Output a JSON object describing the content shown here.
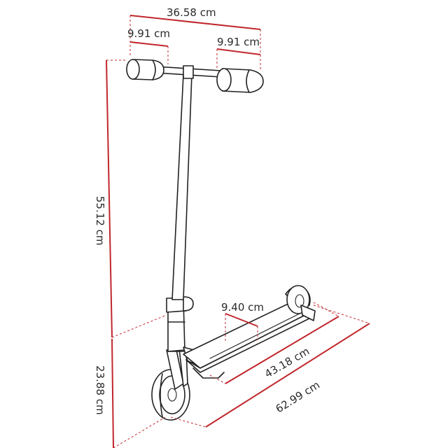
{
  "dimensions": {
    "handlebar_width": "36.58 cm",
    "left_grip": "9.91 cm",
    "right_grip": "9.91 cm",
    "handlebar_height": "55.12 cm",
    "deck_height": "23.88 cm",
    "deck_width": "9.40 cm",
    "deck_length": "43.18 cm",
    "total_length": "62.99 cm"
  },
  "colors": {
    "dimension_line": "#c0272d",
    "outline": "#222222",
    "background": "#ffffff"
  }
}
